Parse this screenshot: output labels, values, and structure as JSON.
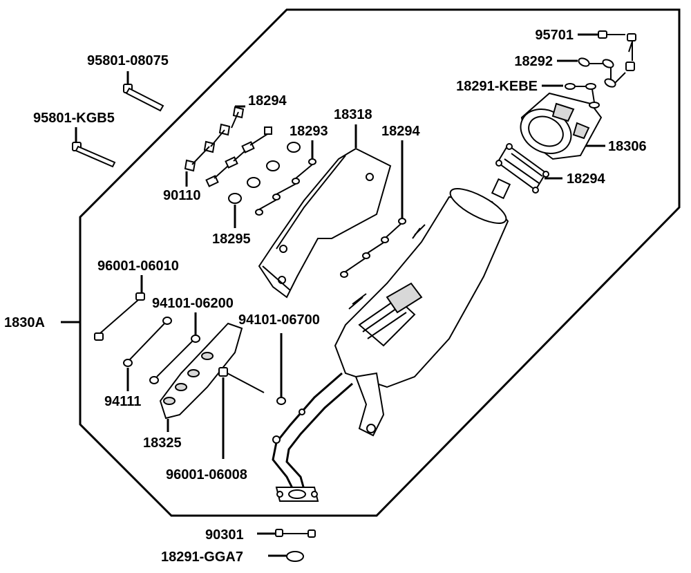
{
  "diagram": {
    "parts": {
      "p95701": "95701",
      "p18292": "18292",
      "p18291_kebe": "18291-KEBE",
      "p18306": "18306",
      "p18294_right": "18294",
      "p95801_08075": "95801-08075",
      "p95801_kgb5": "95801-KGB5",
      "p18294_top": "18294",
      "p18318": "18318",
      "p18293": "18293",
      "p18294_mid": "18294",
      "p90110": "90110",
      "p18295": "18295",
      "p96001_06010": "96001-06010",
      "p94101_06200": "94101-06200",
      "p94101_06700": "94101-06700",
      "p1830a": "1830A",
      "p94111": "94111",
      "p18325": "18325",
      "p96001_06008": "96001-06008",
      "p90301": "90301",
      "p18291_gga7": "18291-GGA7"
    }
  }
}
